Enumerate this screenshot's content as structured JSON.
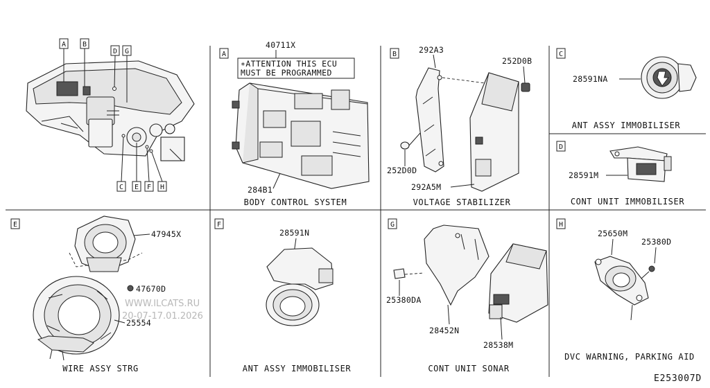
{
  "diagram_code": "E253007D",
  "watermark": [
    "WWW.ILCATS.RU",
    "20-07-17.01.2026"
  ],
  "overview": {
    "callouts_top": [
      "A",
      "B",
      "D",
      "G"
    ],
    "callouts_bottom": [
      "C",
      "E",
      "F",
      "H"
    ]
  },
  "panels": {
    "A": {
      "letter": "A",
      "note_line1": "∗ATTENTION THIS ECU",
      "note_line2": "MUST BE PROGRAMMED",
      "parts": [
        "40711X",
        "284B1"
      ],
      "caption": "BODY CONTROL SYSTEM"
    },
    "B": {
      "letter": "B",
      "parts": [
        "292A3",
        "252D0B",
        "252D0D",
        "292A5M"
      ],
      "caption": "VOLTAGE STABILIZER"
    },
    "C": {
      "letter": "C",
      "parts": [
        "28591NA"
      ],
      "caption": "ANT ASSY IMMOBILISER"
    },
    "D": {
      "letter": "D",
      "parts": [
        "28591M"
      ],
      "caption": "CONT UNIT IMMOBILISER"
    },
    "E": {
      "letter": "E",
      "parts": [
        "47945X",
        "47670D",
        "25554"
      ],
      "caption": "WIRE ASSY STRG"
    },
    "F": {
      "letter": "F",
      "parts": [
        "28591N"
      ],
      "caption": "ANT ASSY IMMOBILISER"
    },
    "G": {
      "letter": "G",
      "parts": [
        "28452N",
        "25380DA",
        "28538M"
      ],
      "caption": "CONT UNIT SONAR"
    },
    "H": {
      "letter": "H",
      "parts": [
        "25650M",
        "25380D"
      ],
      "caption": "DVC WARNING, PARKING AID"
    }
  }
}
